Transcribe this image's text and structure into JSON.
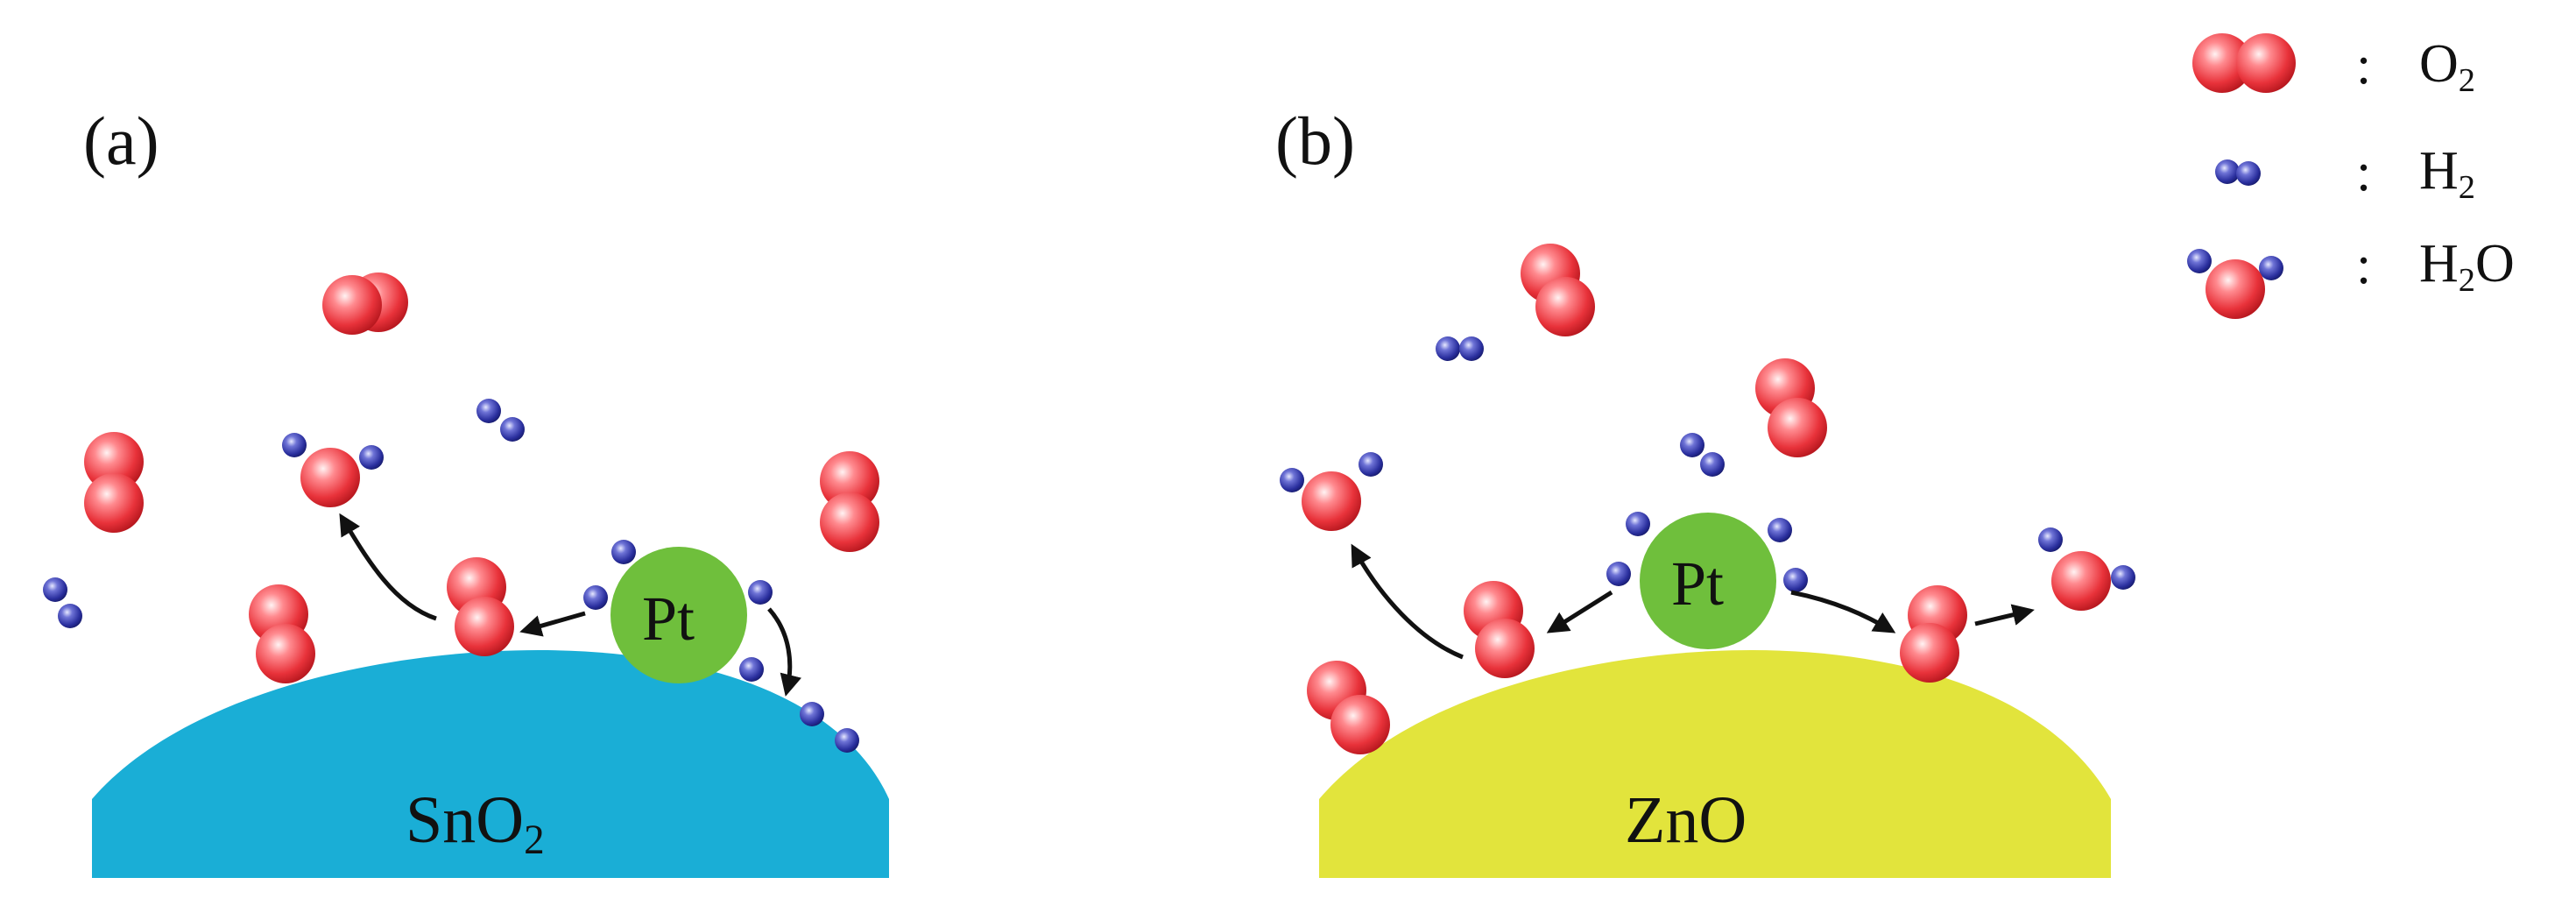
{
  "panels": [
    {
      "label": "(a)",
      "substrate": {
        "base": "SnO",
        "sub": "2"
      },
      "catalyst": "Pt",
      "substrate_color": "#1aaed6"
    },
    {
      "label": "(b)",
      "substrate": {
        "base": "ZnO",
        "sub": ""
      },
      "catalyst": "Pt",
      "substrate_color": "#e2e43c"
    }
  ],
  "legend": [
    {
      "icon": "oxygen-molecule-icon",
      "base": "O",
      "sub": "2",
      "tail": ""
    },
    {
      "icon": "hydrogen-molecule-icon",
      "base": "H",
      "sub": "2",
      "tail": ""
    },
    {
      "icon": "water-molecule-icon",
      "base": "H",
      "sub": "2",
      "tail": "O"
    }
  ],
  "legend_separator": ":",
  "colors": {
    "oxygen": "#e8323a",
    "hydrogen": "#2a2f9e",
    "catalyst": "#6fbf3c",
    "arrow": "#111111"
  }
}
